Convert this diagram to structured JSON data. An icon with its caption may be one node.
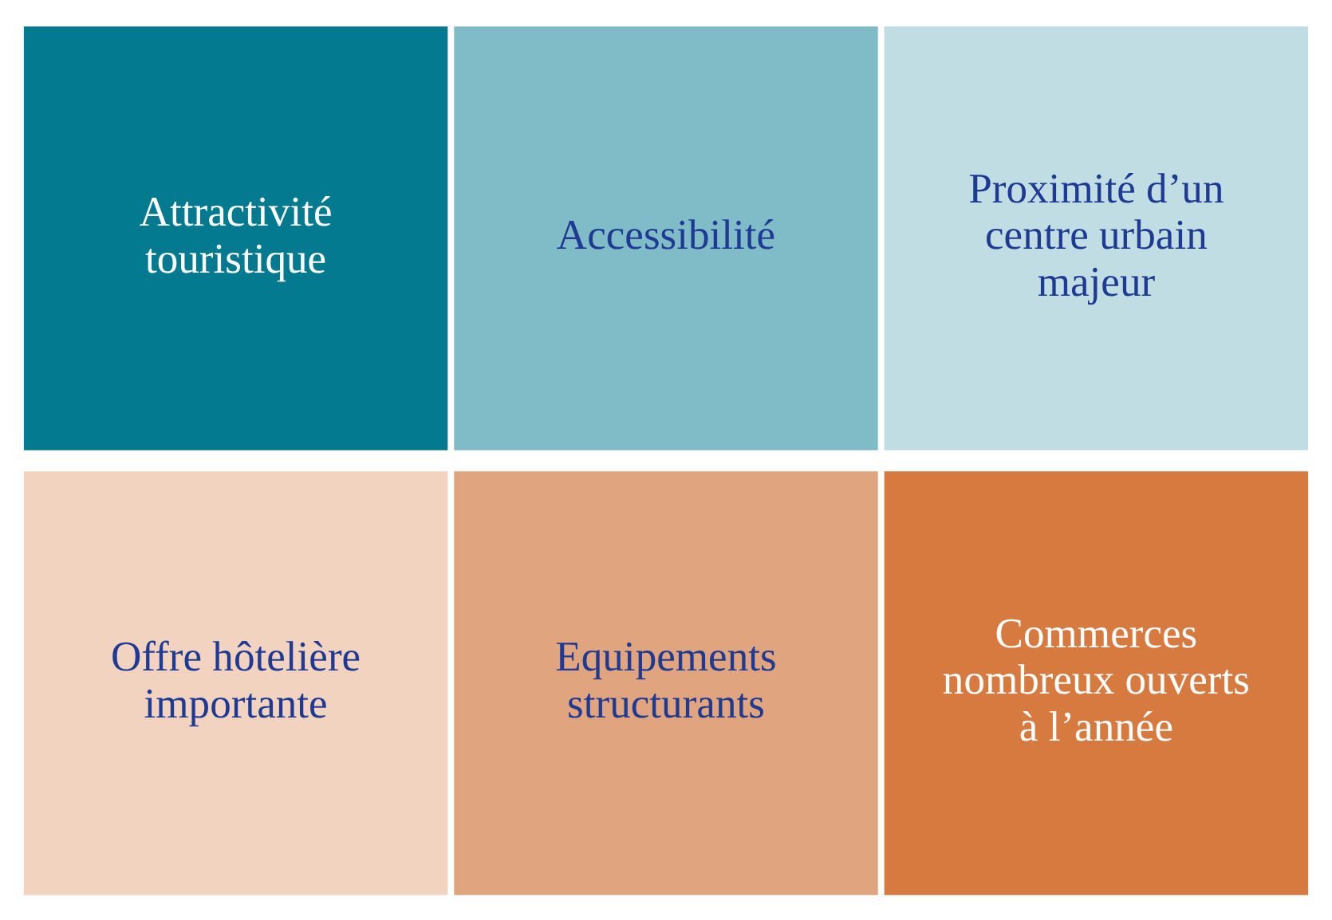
{
  "diagram": {
    "nodes": [
      {
        "text": [
          "Attractivité touristique"
        ]
      },
      {
        "text": [
          "Accessibilité"
        ]
      },
      {
        "text": [
          "Proximité d’un centre urbain majeur"
        ]
      },
      {
        "text": [
          "Offre hôtelière importante"
        ]
      },
      {
        "text": [
          "Equipements structurants"
        ]
      },
      {
        "text": [
          "Commerces nombreux ouverts à l’année"
        ]
      }
    ]
  }
}
